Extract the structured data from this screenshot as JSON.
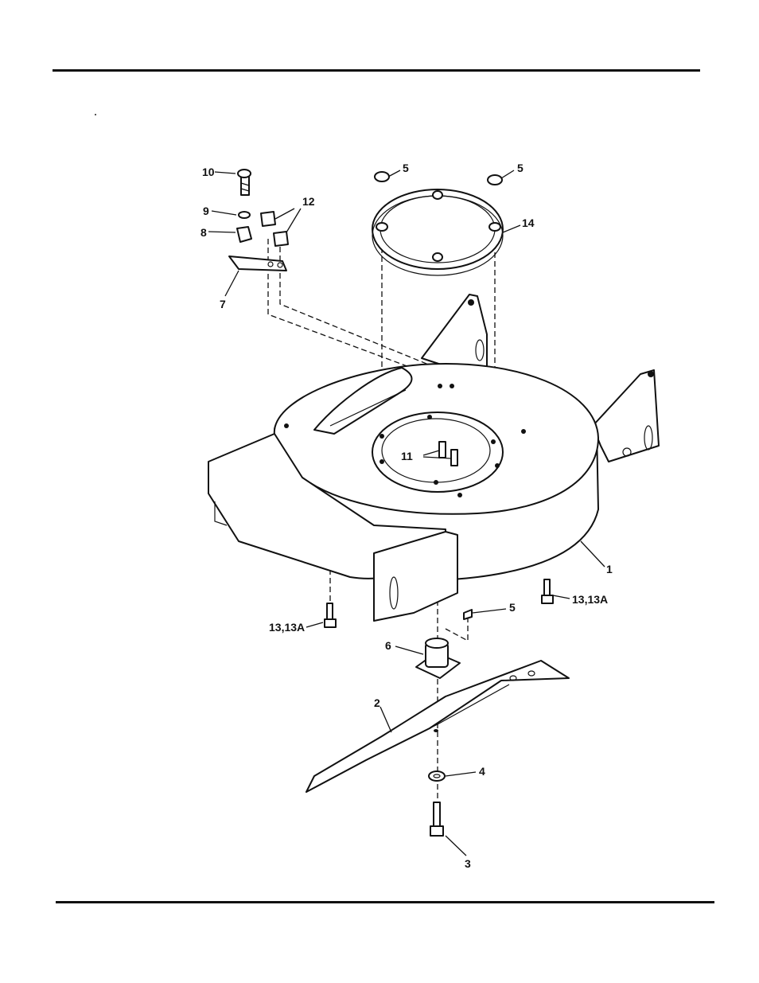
{
  "callouts": {
    "c1": "1",
    "c2": "2",
    "c3": "3",
    "c4": "4",
    "c5a": "5",
    "c5b": "5",
    "c5c": "5",
    "c6": "6",
    "c7": "7",
    "c8": "8",
    "c9": "9",
    "c10": "10",
    "c11": "11",
    "c12": "12",
    "c13a": "13,13A",
    "c13b": "13,13A",
    "c14": "14"
  }
}
